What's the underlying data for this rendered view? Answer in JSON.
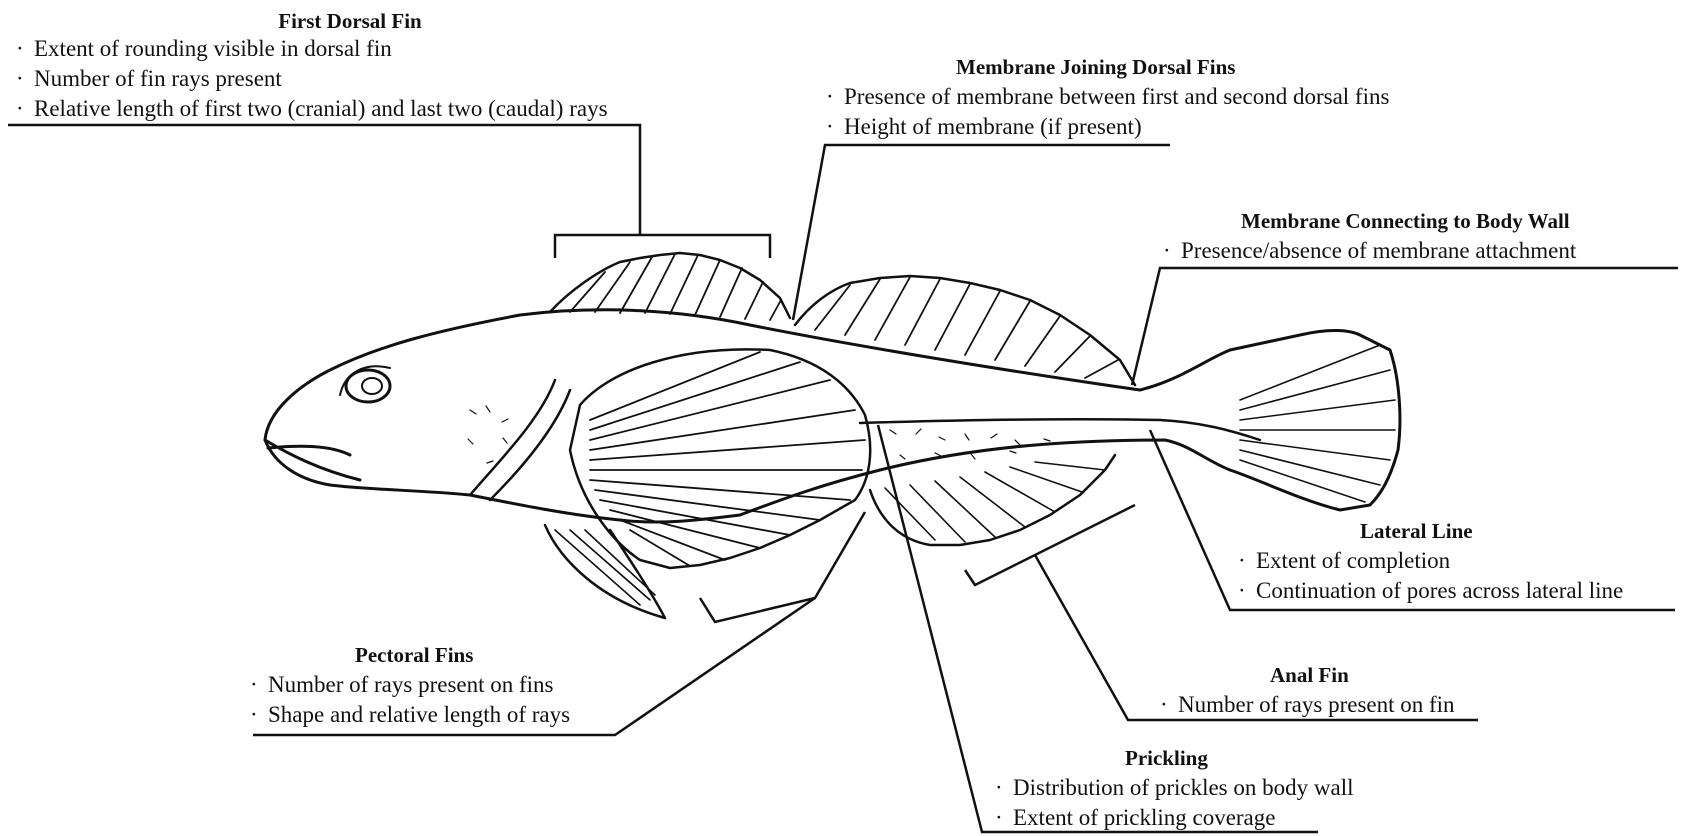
{
  "labels": {
    "first_dorsal": {
      "title": "First Dorsal Fin",
      "items": [
        "Extent of rounding visible in dorsal fin",
        "Number of fin rays present",
        "Relative length of first two (cranial) and last two (caudal) rays"
      ]
    },
    "membrane_dorsal": {
      "title": "Membrane Joining Dorsal Fins",
      "items": [
        "Presence of membrane between first and second dorsal fins",
        "Height of membrane (if present)"
      ]
    },
    "membrane_body": {
      "title": "Membrane Connecting to Body Wall",
      "items": [
        "Presence/absence of membrane attachment"
      ]
    },
    "lateral_line": {
      "title": "Lateral Line",
      "items": [
        "Extent of completion",
        "Continuation of pores across lateral line"
      ]
    },
    "pectoral": {
      "title": "Pectoral Fins",
      "items": [
        "Number of rays present on fins",
        "Shape and relative length of rays"
      ]
    },
    "anal": {
      "title": "Anal Fin",
      "items": [
        "Number of rays present on fin"
      ]
    },
    "prickling": {
      "title": "Prickling",
      "items": [
        "Distribution of prickles on body wall",
        "Extent of prickling coverage"
      ]
    }
  }
}
